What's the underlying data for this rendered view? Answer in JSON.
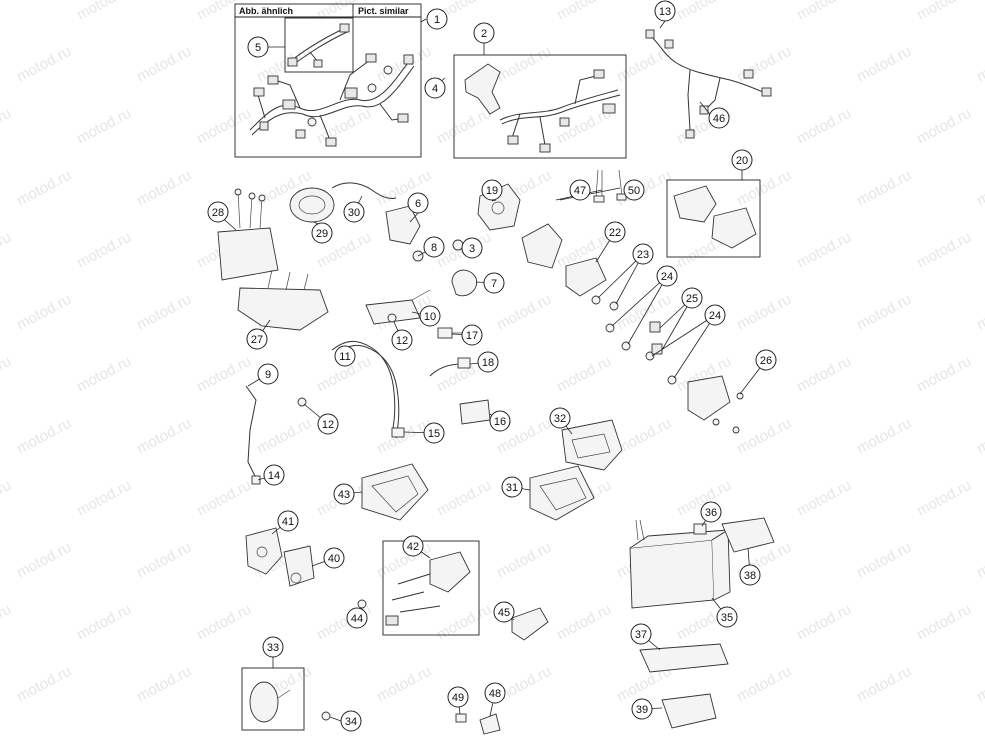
{
  "watermark": "motod.ru",
  "header": {
    "left_label": "Abb. ähnlich",
    "right_label": "Pict. similar"
  },
  "callouts": [
    {
      "id": "c1",
      "label": "1"
    },
    {
      "id": "c2",
      "label": "2"
    },
    {
      "id": "c3",
      "label": "3"
    },
    {
      "id": "c4",
      "label": "4"
    },
    {
      "id": "c5",
      "label": "5"
    },
    {
      "id": "c6",
      "label": "6"
    },
    {
      "id": "c7",
      "label": "7"
    },
    {
      "id": "c8",
      "label": "8"
    },
    {
      "id": "c9",
      "label": "9"
    },
    {
      "id": "c10",
      "label": "10"
    },
    {
      "id": "c11",
      "label": "11"
    },
    {
      "id": "c12a",
      "label": "12"
    },
    {
      "id": "c12b",
      "label": "12"
    },
    {
      "id": "c13",
      "label": "13"
    },
    {
      "id": "c14",
      "label": "14"
    },
    {
      "id": "c15",
      "label": "15"
    },
    {
      "id": "c16",
      "label": "16"
    },
    {
      "id": "c17",
      "label": "17"
    },
    {
      "id": "c18",
      "label": "18"
    },
    {
      "id": "c19",
      "label": "19"
    },
    {
      "id": "c20",
      "label": "20"
    },
    {
      "id": "c22",
      "label": "22"
    },
    {
      "id": "c23",
      "label": "23"
    },
    {
      "id": "c24a",
      "label": "24"
    },
    {
      "id": "c24b",
      "label": "24"
    },
    {
      "id": "c25",
      "label": "25"
    },
    {
      "id": "c26",
      "label": "26"
    },
    {
      "id": "c27",
      "label": "27"
    },
    {
      "id": "c28",
      "label": "28"
    },
    {
      "id": "c29",
      "label": "29"
    },
    {
      "id": "c30",
      "label": "30"
    },
    {
      "id": "c31",
      "label": "31"
    },
    {
      "id": "c32",
      "label": "32"
    },
    {
      "id": "c33",
      "label": "33"
    },
    {
      "id": "c34",
      "label": "34"
    },
    {
      "id": "c35",
      "label": "35"
    },
    {
      "id": "c36",
      "label": "36"
    },
    {
      "id": "c37",
      "label": "37"
    },
    {
      "id": "c38",
      "label": "38"
    },
    {
      "id": "c39",
      "label": "39"
    },
    {
      "id": "c40",
      "label": "40"
    },
    {
      "id": "c41",
      "label": "41"
    },
    {
      "id": "c42",
      "label": "42"
    },
    {
      "id": "c43",
      "label": "43"
    },
    {
      "id": "c44",
      "label": "44"
    },
    {
      "id": "c45",
      "label": "45"
    },
    {
      "id": "c46",
      "label": "46"
    },
    {
      "id": "c47",
      "label": "47"
    },
    {
      "id": "c48",
      "label": "48"
    },
    {
      "id": "c49",
      "label": "49"
    },
    {
      "id": "c50",
      "label": "50"
    }
  ]
}
